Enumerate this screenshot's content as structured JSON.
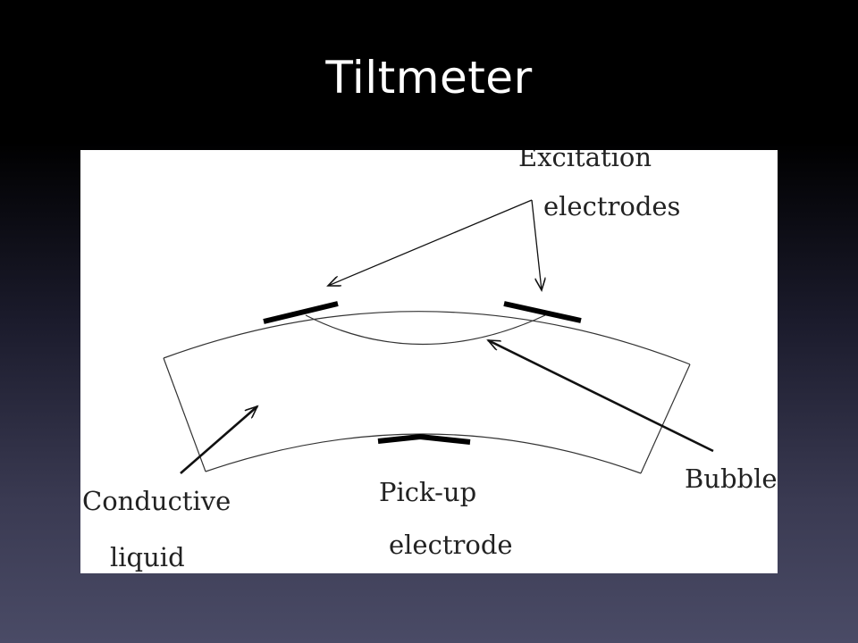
{
  "slide": {
    "title": "Tiltmeter"
  },
  "diagram": {
    "labels": {
      "excitation_line1": "Excitation",
      "excitation_line2": "electrodes",
      "bubble": "Bubble",
      "conductive_line1": "Conductive",
      "conductive_line2": "liquid",
      "pickup_line1": "Pick-up",
      "pickup_line2": "electrode"
    }
  }
}
